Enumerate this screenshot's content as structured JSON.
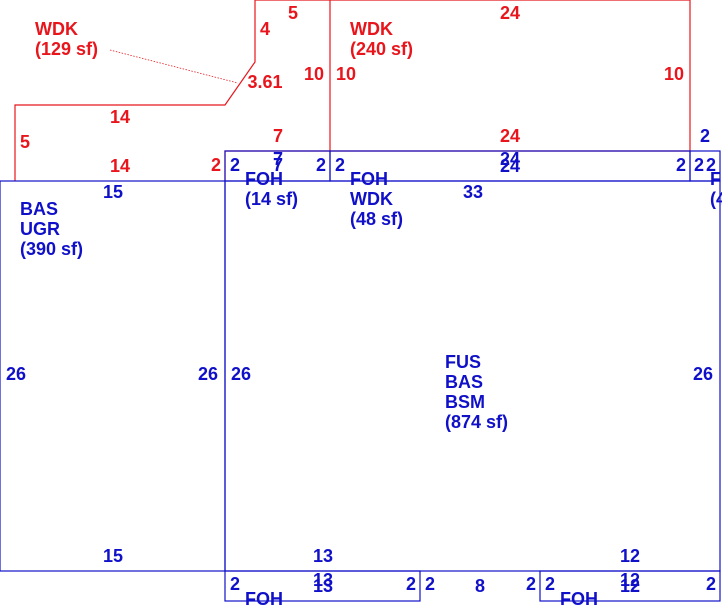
{
  "colors": {
    "wdk": "#e8161c",
    "house": "#1010c8"
  },
  "areas": {
    "wdk_left": {
      "name": "WDK",
      "area": "(129 sf)"
    },
    "wdk_right": {
      "name": "WDK",
      "area": "(240 sf)"
    },
    "bas_ugr": {
      "line1": "BAS",
      "line2": "UGR",
      "area": "(390 sf)"
    },
    "foh_small": {
      "name": "FOH",
      "area": "(14 sf)"
    },
    "foh_wdk": {
      "line1": "FOH",
      "line2": "WDK",
      "area": "(48 sf)"
    },
    "foh_right": {
      "name": "F",
      "area": "(4"
    },
    "main": {
      "line1": "FUS",
      "line2": "BAS",
      "line3": "BSM",
      "area": "(874 sf)"
    },
    "foh_bottom_left": {
      "name": "FOH"
    },
    "foh_bottom_right": {
      "name": "FOH"
    }
  },
  "dims": {
    "wdk_left_top": "5",
    "wdk_left_diag_top": "4",
    "wdk_left_diag": "3.61",
    "wdk_left_right": "10",
    "wdk_left_step": "14",
    "wdk_left_side": "5",
    "wdk_left_bottom": "14",
    "wdk_left_inner_bottom": "7",
    "wdk_left_small": "2",
    "wdk_right_top": "24",
    "wdk_right_left": "10",
    "wdk_right_right": "10",
    "wdk_right_bottom": "24",
    "bas_top": "15",
    "bas_left": "26",
    "bas_right": "26",
    "bas_bottom": "15",
    "foh_small_left": "2",
    "foh_small_top": "7",
    "foh_small_bottom": "7",
    "foh_small_right": "2",
    "foh_wdk_left": "2",
    "foh_wdk_top": "24",
    "foh_wdk_bottom": "24",
    "foh_wdk_right": "2",
    "far_right_left": "2",
    "far_right_top": "2",
    "far_right_right": "2",
    "main_top": "33",
    "main_left": "26",
    "main_right": "26",
    "main_bottom_left": "13",
    "main_bottom_right": "12",
    "bl_left": "2",
    "bl_top": "13",
    "bl_bottom": "13",
    "bl_right": "2",
    "gap_left": "2",
    "gap_middle": "8",
    "gap_right": "2",
    "br_left": "2",
    "br_top": "12",
    "br_bottom": "12",
    "br_right": "2"
  }
}
